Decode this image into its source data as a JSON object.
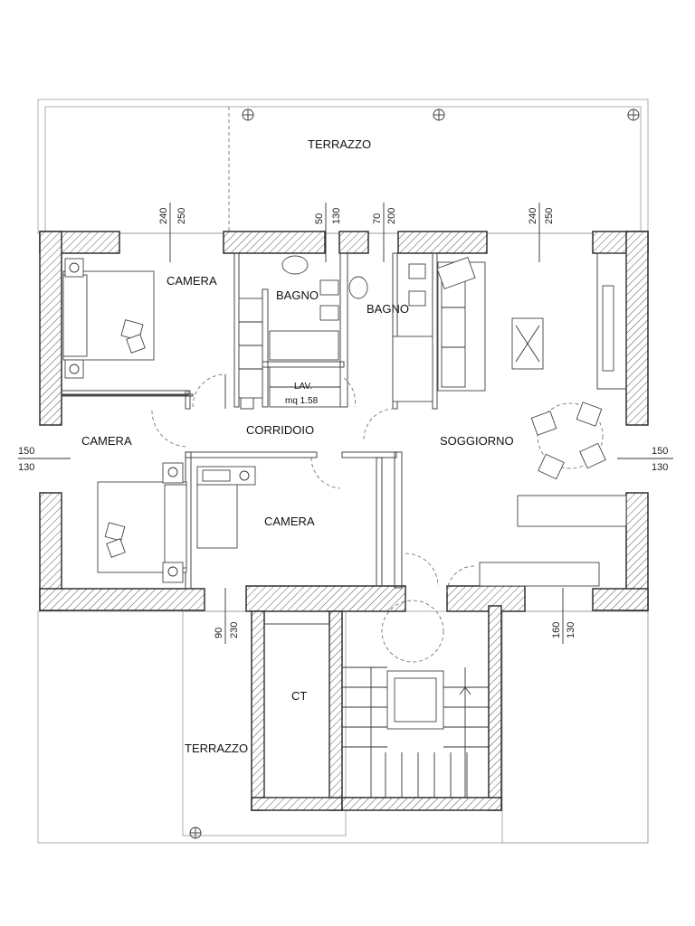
{
  "rooms": {
    "terrace_top": "TERRAZZO",
    "bedroom_top": "CAMERA",
    "bath_1": "BAGNO",
    "bath_2": "BAGNO",
    "laundry_name": "LAV.",
    "laundry_area": "mq 1.58",
    "corridor": "CORRIDOIO",
    "bedroom_left": "CAMERA",
    "living": "SOGGIORNO",
    "bedroom_center": "CAMERA",
    "technical": "CT",
    "terrace_bottom": "TERRAZZO"
  },
  "window_dims": {
    "top_left": [
      "240",
      "250"
    ],
    "top_bath1": [
      "50",
      "130"
    ],
    "top_bath2": [
      "70",
      "200"
    ],
    "top_right": [
      "240",
      "250"
    ],
    "left_side": [
      "150",
      "130"
    ],
    "right_side": [
      "150",
      "130"
    ],
    "bottom_left": [
      "90",
      "230"
    ],
    "bottom_right": [
      "160",
      "130"
    ]
  }
}
